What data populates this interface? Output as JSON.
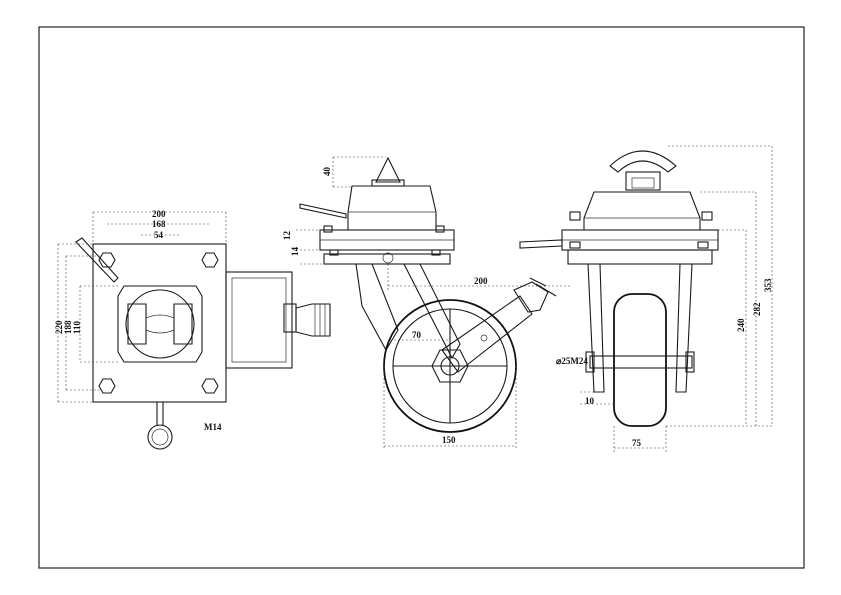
{
  "dimensions": {
    "top_view": {
      "width_outer": "200",
      "width_mid": "168",
      "width_inner": "54",
      "height_outer": "220",
      "height_mid": "188",
      "height_inner": "110",
      "bolt": "M14"
    },
    "side_view": {
      "top_height": "40",
      "plate_a": "12",
      "plate_b": "14",
      "offset": "200",
      "pivot": "70",
      "wheel_diameter": "150"
    },
    "front_view": {
      "axle": "⌀25M24",
      "total_height": "353",
      "height_mid": "282",
      "height_low": "240",
      "clearance": "10",
      "wheel_width": "75"
    }
  }
}
